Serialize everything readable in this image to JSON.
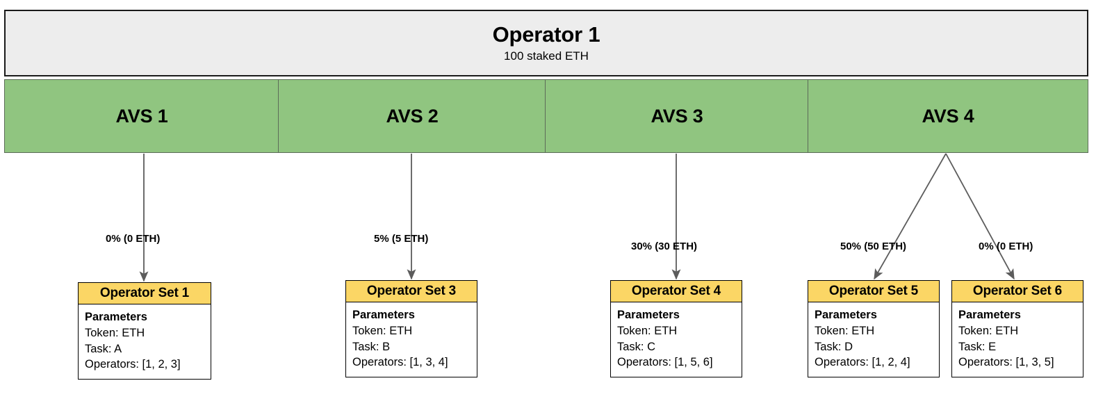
{
  "diagram": {
    "title": "Operator 1 AVS allocation diagram",
    "colors": {
      "operator_box_fill": "#ededed",
      "avs_fill": "#90c580",
      "opset_header_fill": "#fbd665",
      "border": "#000000",
      "edge_stroke": "#5c5c5c",
      "background": "#ffffff"
    }
  },
  "operator": {
    "name": "Operator 1",
    "stake": "100 staked ETH"
  },
  "avs": [
    {
      "label": "AVS 1"
    },
    {
      "label": "AVS 2"
    },
    {
      "label": "AVS 3"
    },
    {
      "label": "AVS 4"
    }
  ],
  "allocations": [
    {
      "label": "0% (0 ETH)",
      "from": "AVS 1",
      "to": "Operator Set 1",
      "percent": 0,
      "eth": 0
    },
    {
      "label": "5% (5 ETH)",
      "from": "AVS 2",
      "to": "Operator Set 3",
      "percent": 5,
      "eth": 5
    },
    {
      "label": "30% (30 ETH)",
      "from": "AVS 3",
      "to": "Operator Set 4",
      "percent": 30,
      "eth": 30
    },
    {
      "label": "50% (50 ETH)",
      "from": "AVS 4",
      "to": "Operator Set 5",
      "percent": 50,
      "eth": 50
    },
    {
      "label": "0% (0 ETH)",
      "from": "AVS 4",
      "to": "Operator Set 6",
      "percent": 0,
      "eth": 0
    }
  ],
  "operator_sets": [
    {
      "title": "Operator Set 1",
      "params_heading": "Parameters",
      "token": "Token: ETH",
      "task": "Task: A",
      "operators": "Operators: [1, 2, 3]"
    },
    {
      "title": "Operator Set 3",
      "params_heading": "Parameters",
      "token": "Token: ETH",
      "task": "Task: B",
      "operators": "Operators: [1, 3, 4]"
    },
    {
      "title": "Operator Set 4",
      "params_heading": "Parameters",
      "token": "Token: ETH",
      "task": "Task: C",
      "operators": "Operators: [1, 5, 6]"
    },
    {
      "title": "Operator Set 5",
      "params_heading": "Parameters",
      "token": "Token: ETH",
      "task": "Task: D",
      "operators": "Operators: [1, 2, 4]"
    },
    {
      "title": "Operator Set 6",
      "params_heading": "Parameters",
      "token": "Token: ETH",
      "task": "Task: E",
      "operators": "Operators: [1, 3, 5]"
    }
  ]
}
